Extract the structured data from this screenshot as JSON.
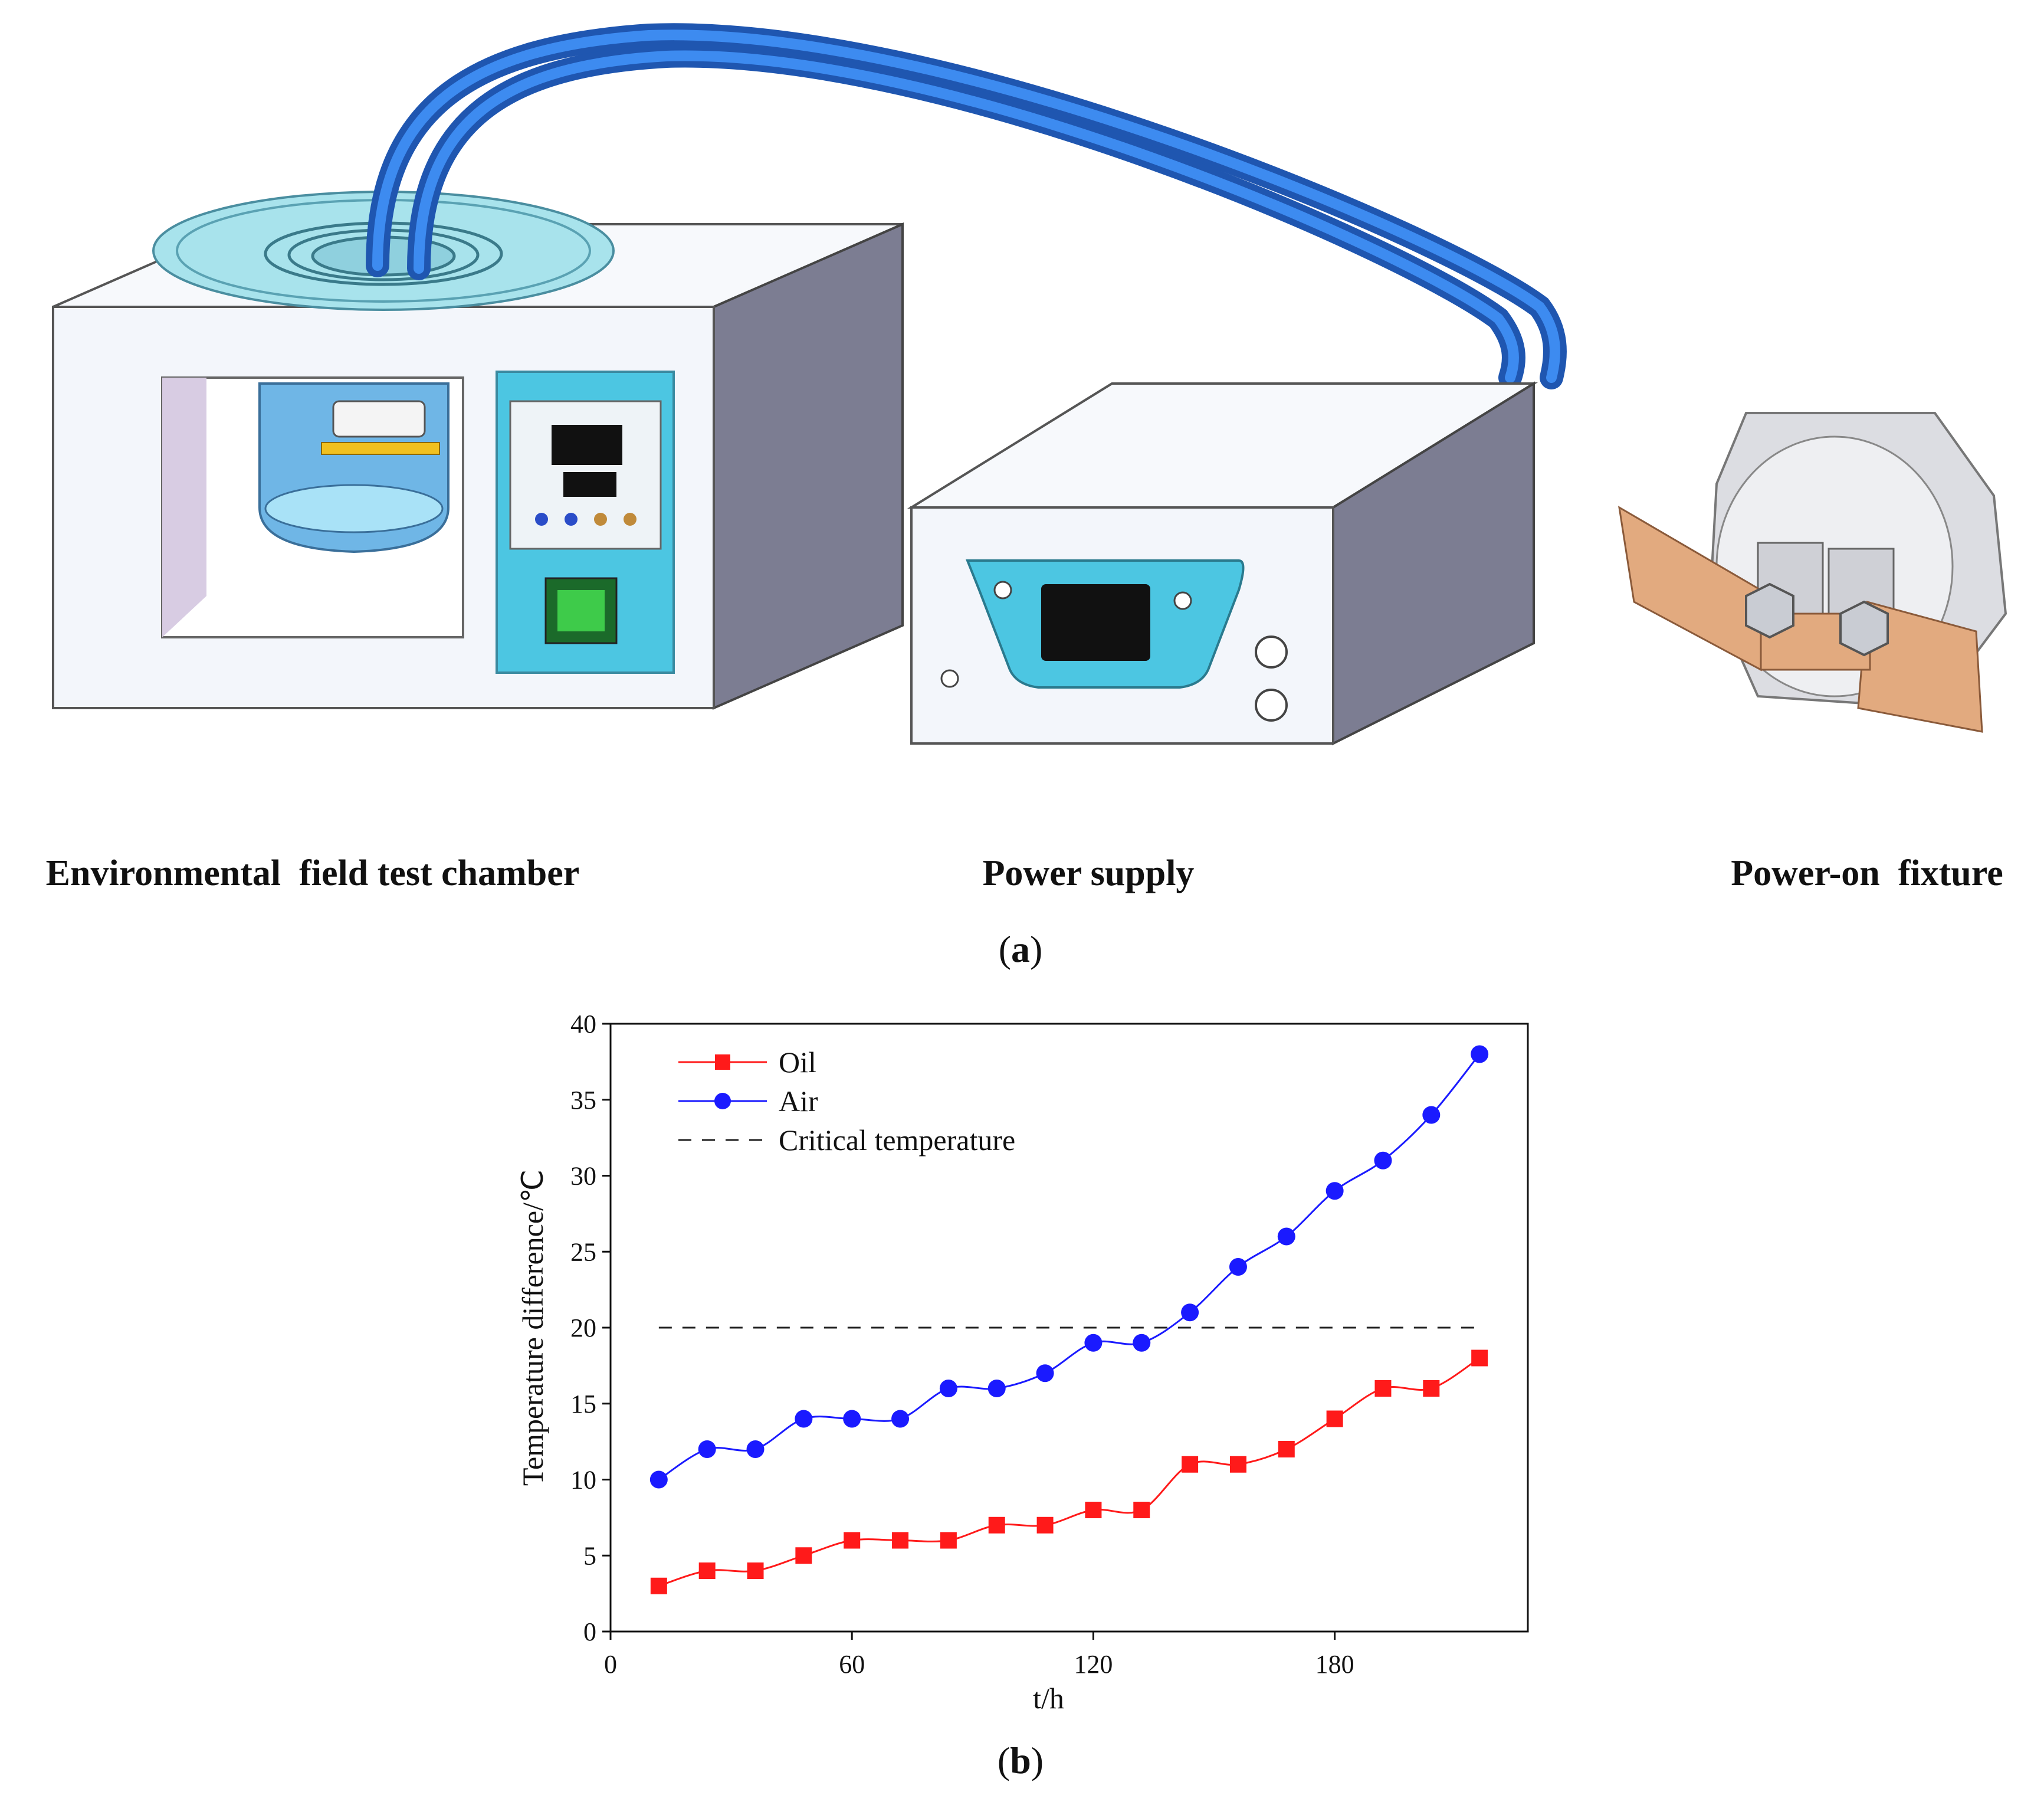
{
  "panel_a": {
    "tag": "a",
    "labels": {
      "chamber": "Environmental  field test chamber",
      "power_supply": "Power supply",
      "fixture": "Power-on  fixture"
    },
    "colors": {
      "cable": "#2a6fd6",
      "chamber_body": "#f3f6fb",
      "chamber_side": "#7c7d92",
      "panel_cyan": "#4cc6e2",
      "switch_green": "#3ecb4a",
      "copper": "#e2aa7f"
    }
  },
  "panel_b": {
    "tag": "b"
  },
  "chart_data": {
    "type": "line",
    "xlabel": "t/h",
    "ylabel": "Temperature difference/℃",
    "xlim": [
      0,
      228
    ],
    "ylim": [
      0,
      40
    ],
    "xticks": [
      0,
      60,
      120,
      180
    ],
    "yticks": [
      0,
      5,
      10,
      15,
      20,
      25,
      30,
      35,
      40
    ],
    "legend_position": "top-left",
    "grid": false,
    "x": [
      12,
      24,
      36,
      48,
      60,
      72,
      84,
      96,
      108,
      120,
      132,
      144,
      156,
      168,
      180,
      192,
      204,
      216
    ],
    "series": [
      {
        "name": "Oil",
        "marker": "square",
        "color": "#ff1a1a",
        "values": [
          3,
          4,
          4,
          5,
          6,
          6,
          6,
          7,
          7,
          8,
          8,
          11,
          11,
          12,
          14,
          16,
          16,
          18
        ]
      },
      {
        "name": "Air",
        "marker": "circle",
        "color": "#1a1aff",
        "values": [
          10,
          12,
          12,
          14,
          14,
          14,
          16,
          16,
          17,
          19,
          19,
          21,
          24,
          26,
          29,
          31,
          34,
          38
        ]
      }
    ],
    "reference_lines": [
      {
        "name": "Critical temperature",
        "y": 20,
        "style": "dashed",
        "color": "#222222"
      }
    ]
  }
}
